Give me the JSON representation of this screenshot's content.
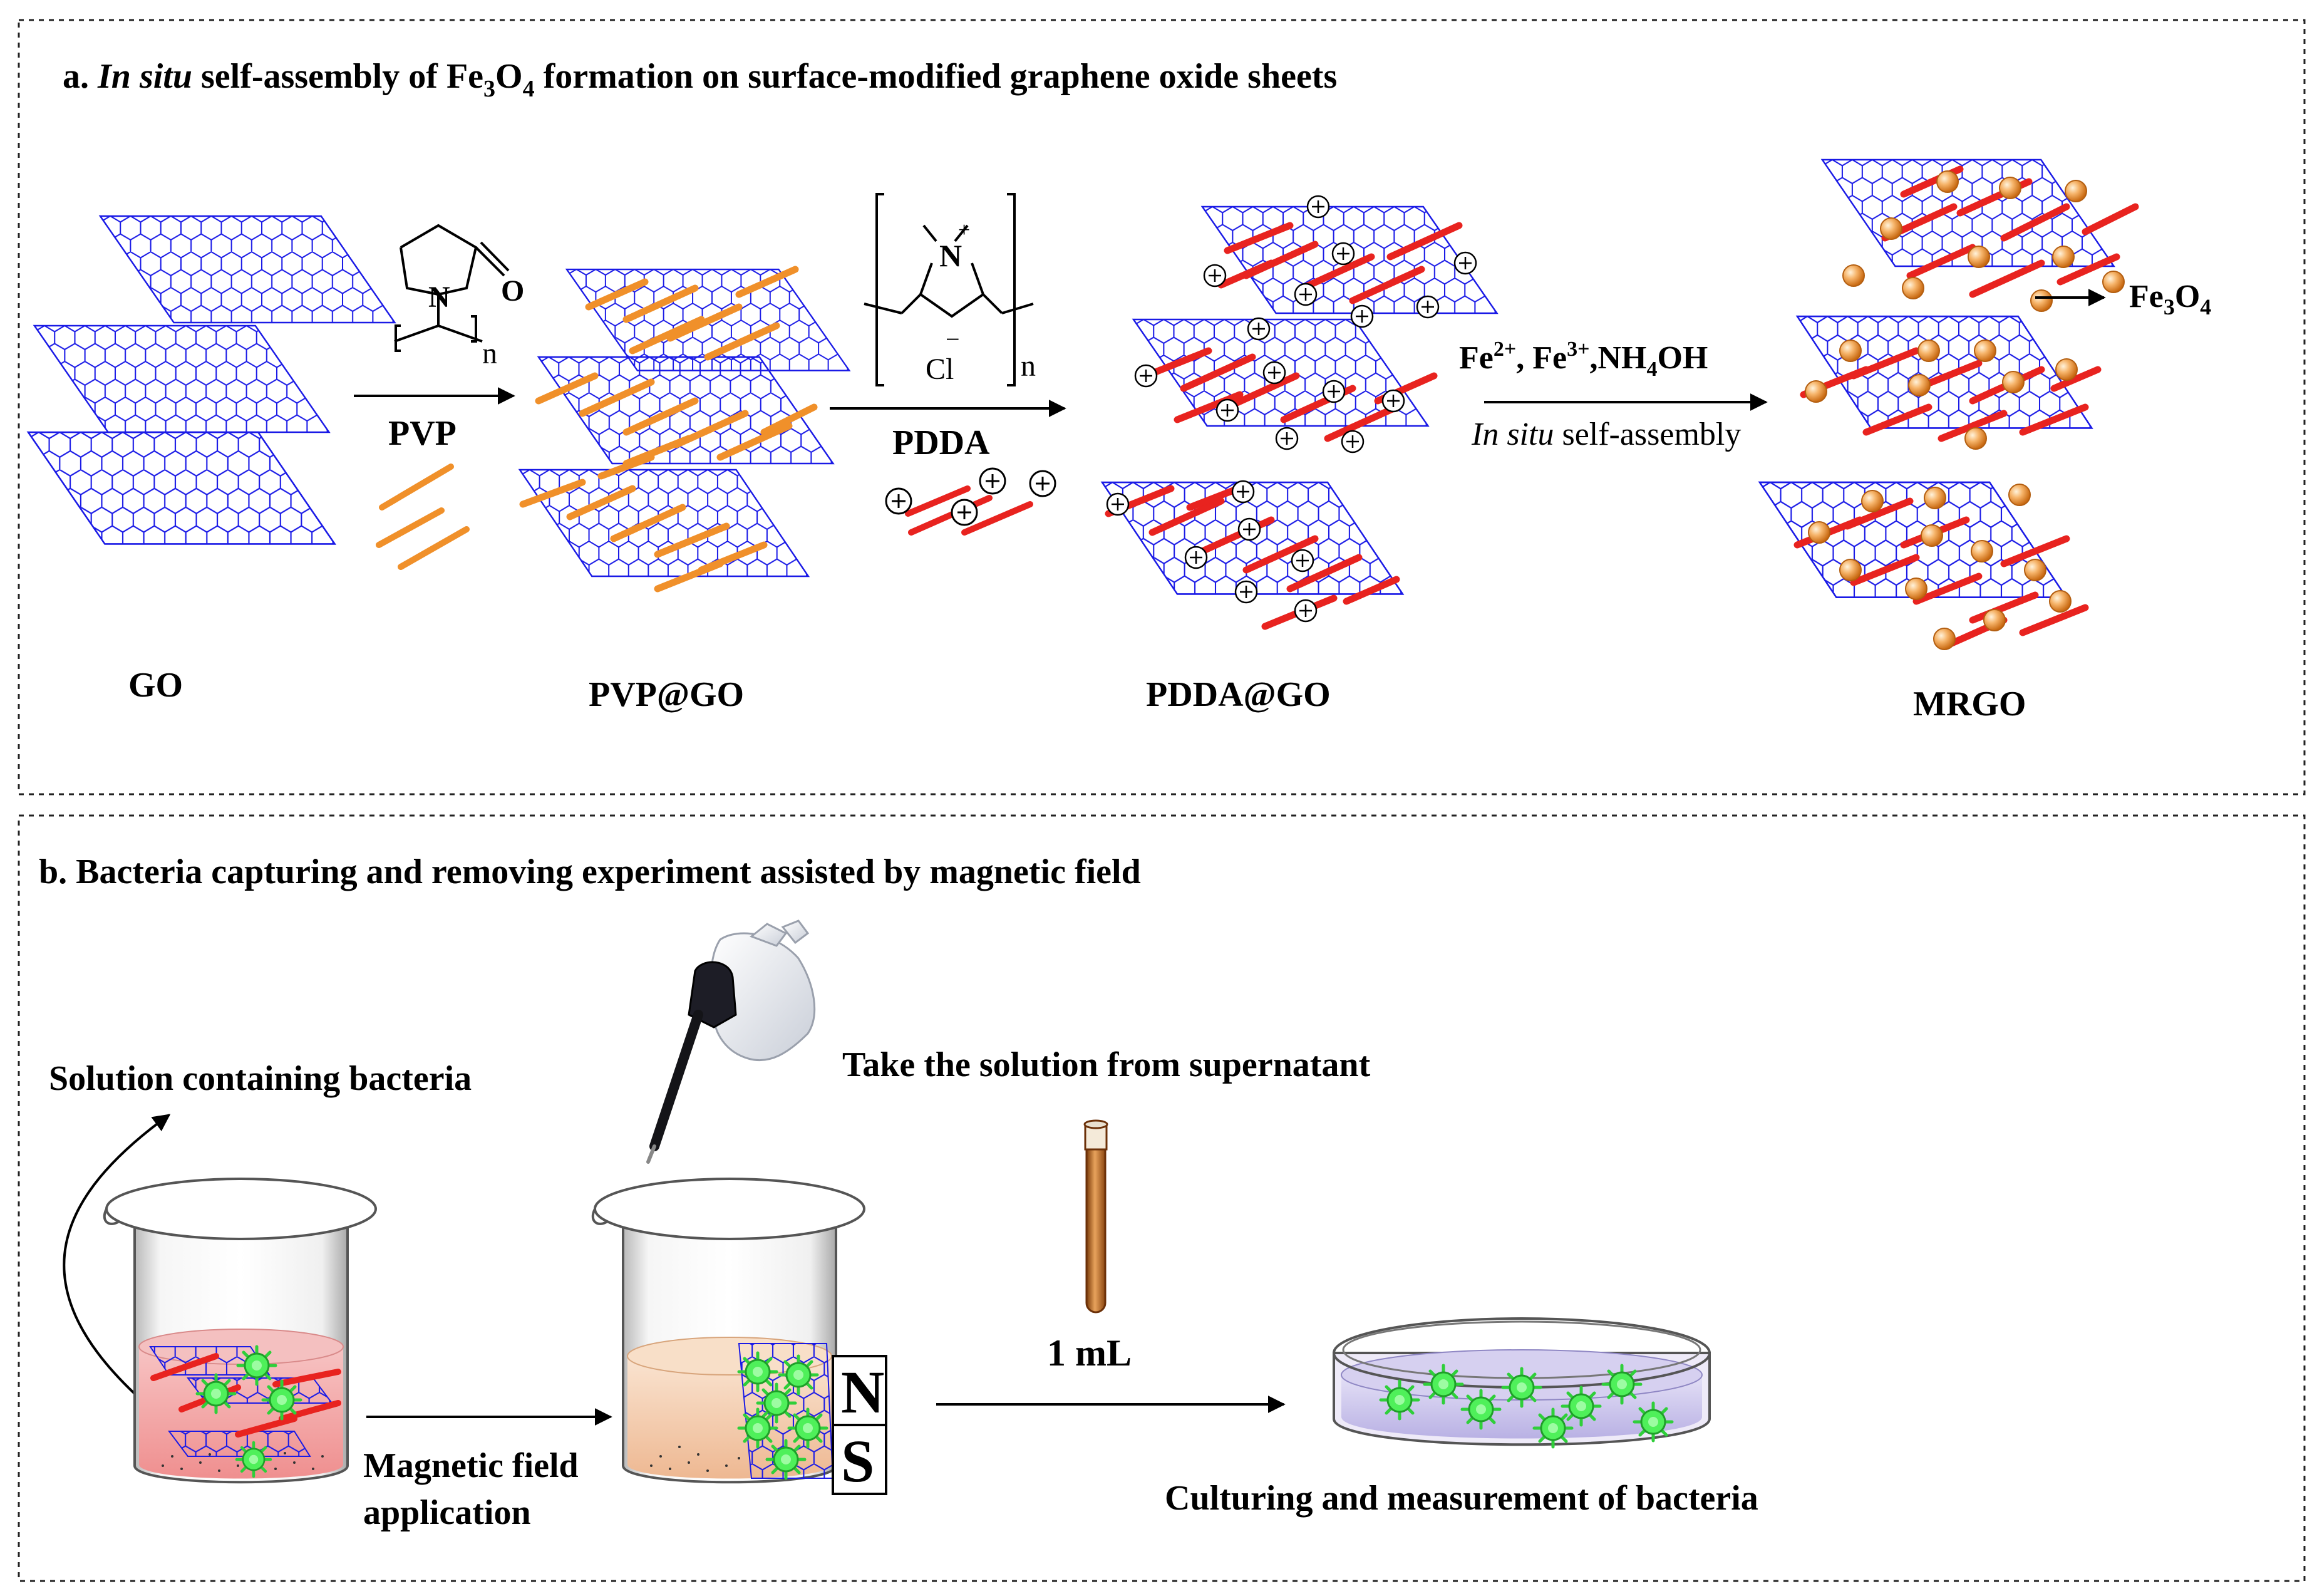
{
  "panel_a": {
    "title_prefix": "a. ",
    "title_italic": "In situ",
    "title_mid": " self-assembly of Fe",
    "title_sub1": "3",
    "title_o": "O",
    "title_sub2": "4",
    "title_rest": " formation on surface-modified graphene oxide sheets",
    "labels": {
      "go": "GO",
      "pvp_go": "PVP@GO",
      "pdda_go": "PDDA@GO",
      "mrgo": "MRGO"
    },
    "step1": {
      "reagent": "PVP",
      "atom_n": "N",
      "atom_o": "O",
      "repeat": "n"
    },
    "step2": {
      "reagent": "PDDA",
      "atom_n": "N",
      "plus": "+",
      "anion": "Cl",
      "minus": "−",
      "repeat": "n"
    },
    "step3": {
      "line1_a": "Fe",
      "sup_a": "2+",
      "line1_b": ", Fe",
      "sup_b": "3+",
      "line1_c": ",NH",
      "sub_c": "4",
      "line1_d": "OH",
      "line2_italic": "In situ",
      "line2_rest": " self-assembly"
    },
    "callout": {
      "fe": "Fe",
      "sub1": "3",
      "o": "O",
      "sub2": "4"
    },
    "colors": {
      "sheet": "#1a1ae6",
      "pvp": "#f0902a",
      "pdda": "#e8231f",
      "fe3o4": "#f3a040"
    }
  },
  "panel_b": {
    "title": "b. Bacteria capturing and removing experiment assisted by magnetic field",
    "solution_label": "Solution containing bacteria",
    "supernatant_label": "Take the solution from supernatant",
    "volume_label": "1 mL",
    "magnet_n": "N",
    "magnet_s": "S",
    "magnetic_line1": "Magnetic field",
    "magnetic_line2": "application",
    "culture_label": "Culturing and measurement of bacteria",
    "colors": {
      "bacteria": "#3ee64a",
      "liquid": "#f6b8b8",
      "liquid_separated": "#f7dcc4",
      "dish_medium": "#c9c3ec"
    }
  }
}
